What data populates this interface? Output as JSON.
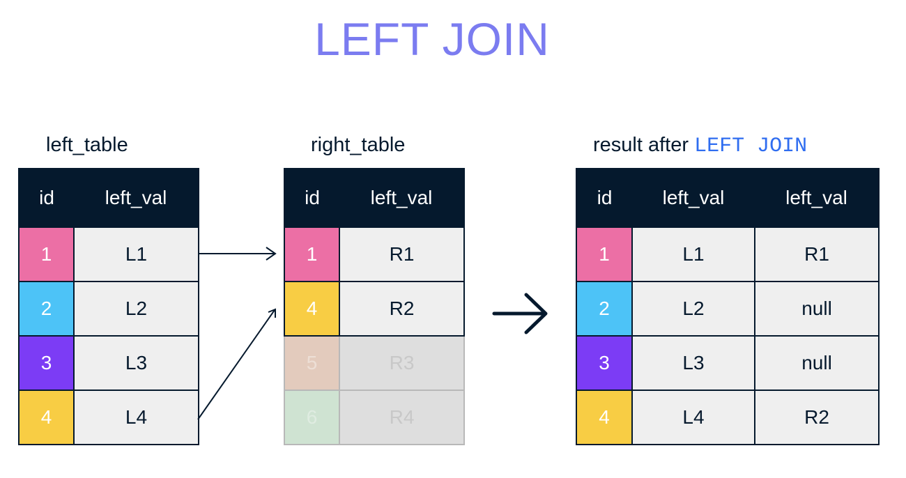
{
  "title": "LEFT JOIN",
  "left_table": {
    "caption": "left_table",
    "headers": [
      "id",
      "left_val"
    ],
    "rows": [
      {
        "id": "1",
        "val": "L1"
      },
      {
        "id": "2",
        "val": "L2"
      },
      {
        "id": "3",
        "val": "L3"
      },
      {
        "id": "4",
        "val": "L4"
      }
    ]
  },
  "right_table": {
    "caption": "right_table",
    "headers": [
      "id",
      "left_val"
    ],
    "rows": [
      {
        "id": "1",
        "val": "R1"
      },
      {
        "id": "4",
        "val": "R2"
      },
      {
        "id": "5",
        "val": "R3"
      },
      {
        "id": "6",
        "val": "R4"
      }
    ]
  },
  "result_table": {
    "caption_prefix": "result after",
    "caption_code": "LEFT JOIN",
    "headers": [
      "id",
      "left_val",
      "left_val"
    ],
    "rows": [
      {
        "id": "1",
        "left": "L1",
        "right": "R1"
      },
      {
        "id": "2",
        "left": "L2",
        "right": "null"
      },
      {
        "id": "3",
        "left": "L3",
        "right": "null"
      },
      {
        "id": "4",
        "left": "L4",
        "right": "R2"
      }
    ]
  },
  "colors": {
    "title": "#7b7cf0",
    "dark": "#05192d",
    "code": "#2f6df0",
    "id1": "#ec6fa5",
    "id2": "#4dc3f7",
    "id3": "#7c3cf5",
    "id4": "#f8cd44"
  }
}
